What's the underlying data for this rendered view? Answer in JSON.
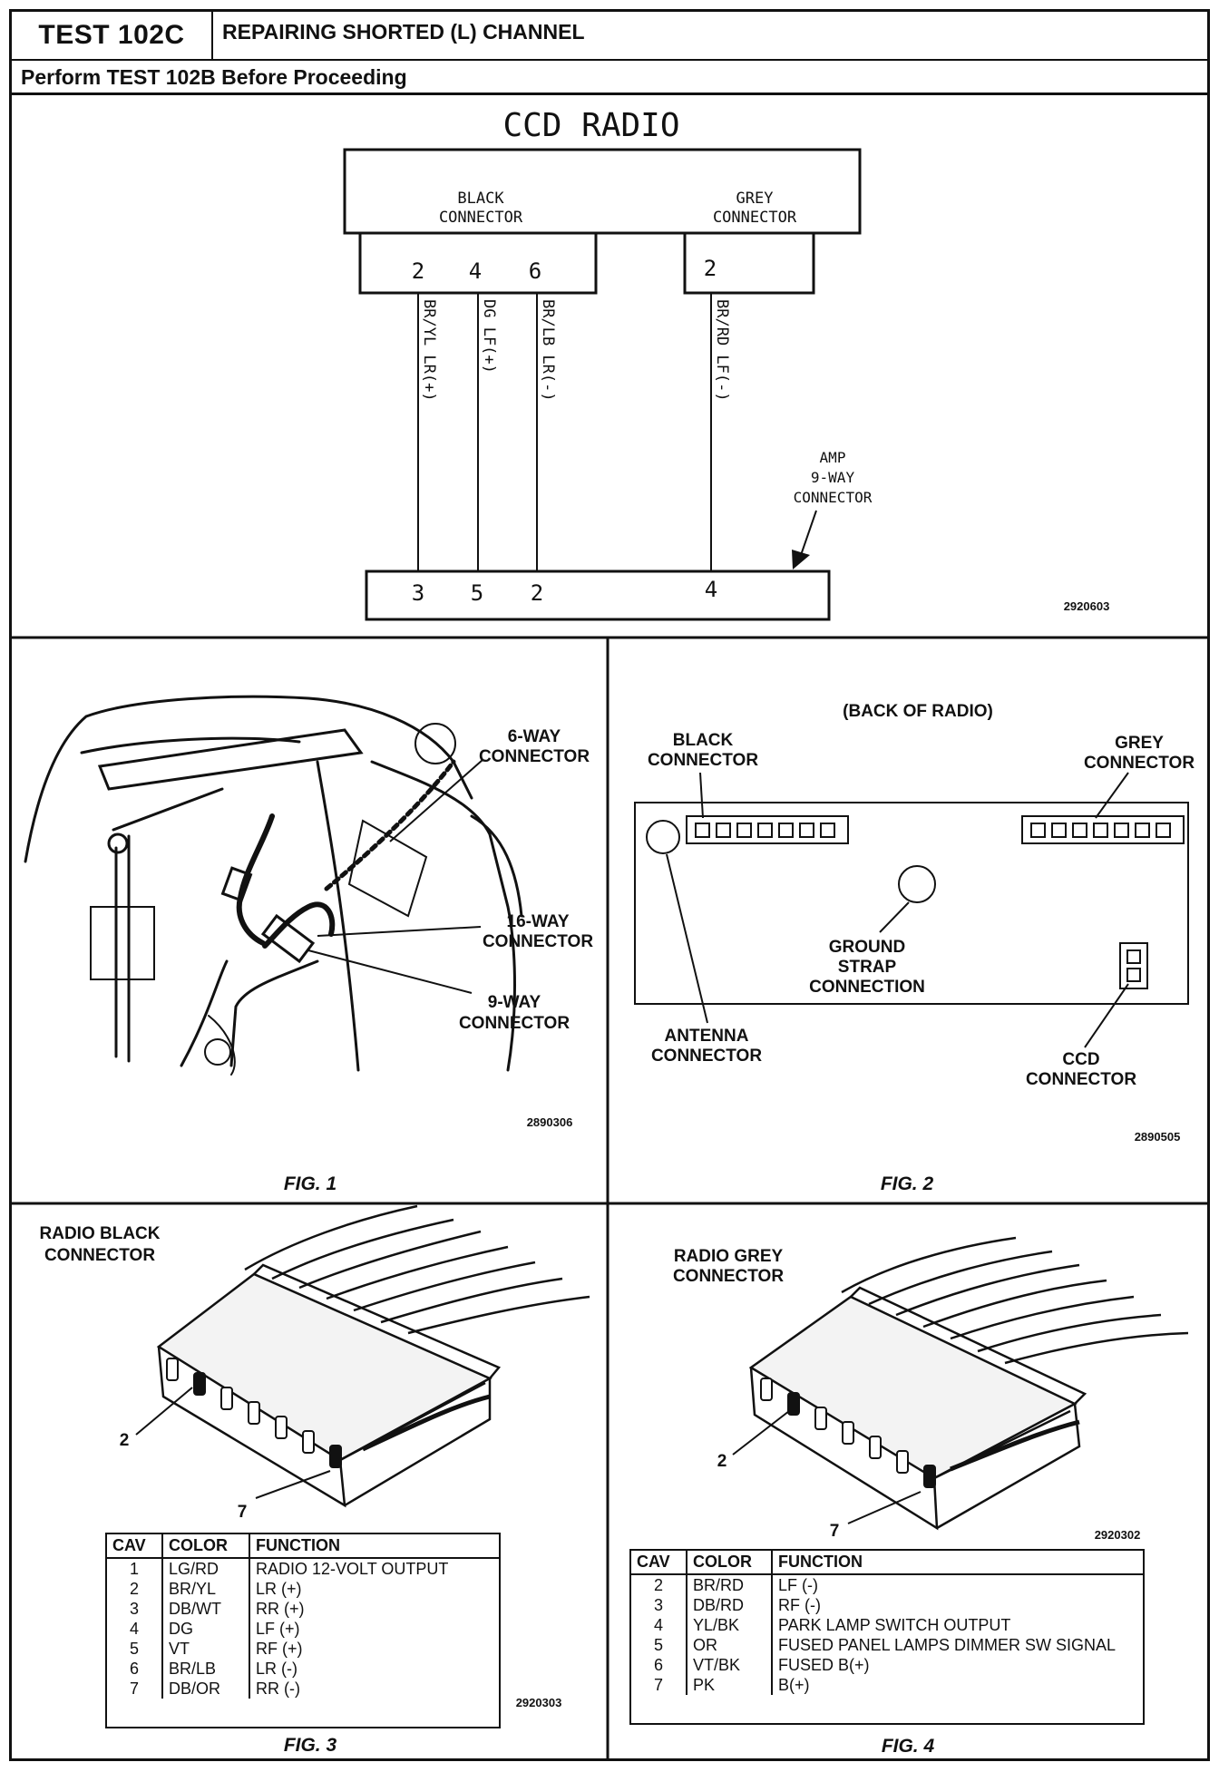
{
  "header": {
    "test_id": "TEST 102C",
    "title": "REPAIRING SHORTED (L) CHANNEL",
    "prerequisite": "Perform TEST 102B Before Proceeding"
  },
  "wiring_diagram": {
    "title": "CCD RADIO",
    "black_connector_label": [
      "BLACK",
      "CONNECTOR"
    ],
    "grey_connector_label": [
      "GREY",
      "CONNECTOR"
    ],
    "black_pins": [
      "2",
      "4",
      "6"
    ],
    "grey_pins": [
      "2"
    ],
    "wires": [
      "BR/YL LR(+)",
      "DG LF(+)",
      "BR/LB LR(-)",
      "BR/RD LF(-)"
    ],
    "amp_label": [
      "AMP",
      "9-WAY",
      "CONNECTOR"
    ],
    "amp_pins": [
      "3",
      "5",
      "2",
      "4"
    ],
    "part_number": "2920603"
  },
  "fig1": {
    "labels": {
      "six_way": [
        "6-WAY",
        "CONNECTOR"
      ],
      "sixteen_way": [
        "16-WAY",
        "CONNECTOR"
      ],
      "nine_way": [
        "9-WAY",
        "CONNECTOR"
      ]
    },
    "part_number": "2890306",
    "caption": "FIG. 1"
  },
  "fig2": {
    "title": "(BACK OF RADIO)",
    "labels": {
      "black": [
        "BLACK",
        "CONNECTOR"
      ],
      "grey": [
        "GREY",
        "CONNECTOR"
      ],
      "ground": [
        "GROUND",
        "STRAP",
        "CONNECTION"
      ],
      "antenna": [
        "ANTENNA",
        "CONNECTOR"
      ],
      "ccd": [
        "CCD",
        "CONNECTOR"
      ]
    },
    "part_number": "2890505",
    "caption": "FIG. 2"
  },
  "fig3": {
    "label": [
      "RADIO BLACK",
      "CONNECTOR"
    ],
    "pin_callouts": [
      "2",
      "7"
    ],
    "part_number": "2920303",
    "caption": "FIG. 3",
    "table": {
      "headers": [
        "CAV",
        "COLOR",
        "FUNCTION"
      ],
      "rows": [
        [
          "1",
          "LG/RD",
          "RADIO 12-VOLT OUTPUT"
        ],
        [
          "2",
          "BR/YL",
          "LR (+)"
        ],
        [
          "3",
          "DB/WT",
          "RR (+)"
        ],
        [
          "4",
          "DG",
          "LF (+)"
        ],
        [
          "5",
          "VT",
          "RF (+)"
        ],
        [
          "6",
          "BR/LB",
          "LR (-)"
        ],
        [
          "7",
          "DB/OR",
          "RR (-)"
        ]
      ]
    }
  },
  "fig4": {
    "label": [
      "RADIO GREY",
      "CONNECTOR"
    ],
    "pin_callouts": [
      "2",
      "7"
    ],
    "part_number": "2920302",
    "caption": "FIG. 4",
    "table": {
      "headers": [
        "CAV",
        "COLOR",
        "FUNCTION"
      ],
      "rows": [
        [
          "2",
          "BR/RD",
          "LF (-)"
        ],
        [
          "3",
          "DB/RD",
          "RF (-)"
        ],
        [
          "4",
          "YL/BK",
          "PARK LAMP SWITCH OUTPUT"
        ],
        [
          "5",
          "OR",
          "FUSED PANEL LAMPS DIMMER SW SIGNAL"
        ],
        [
          "6",
          "VT/BK",
          "FUSED B(+)"
        ],
        [
          "7",
          "PK",
          "B(+)"
        ]
      ]
    }
  }
}
